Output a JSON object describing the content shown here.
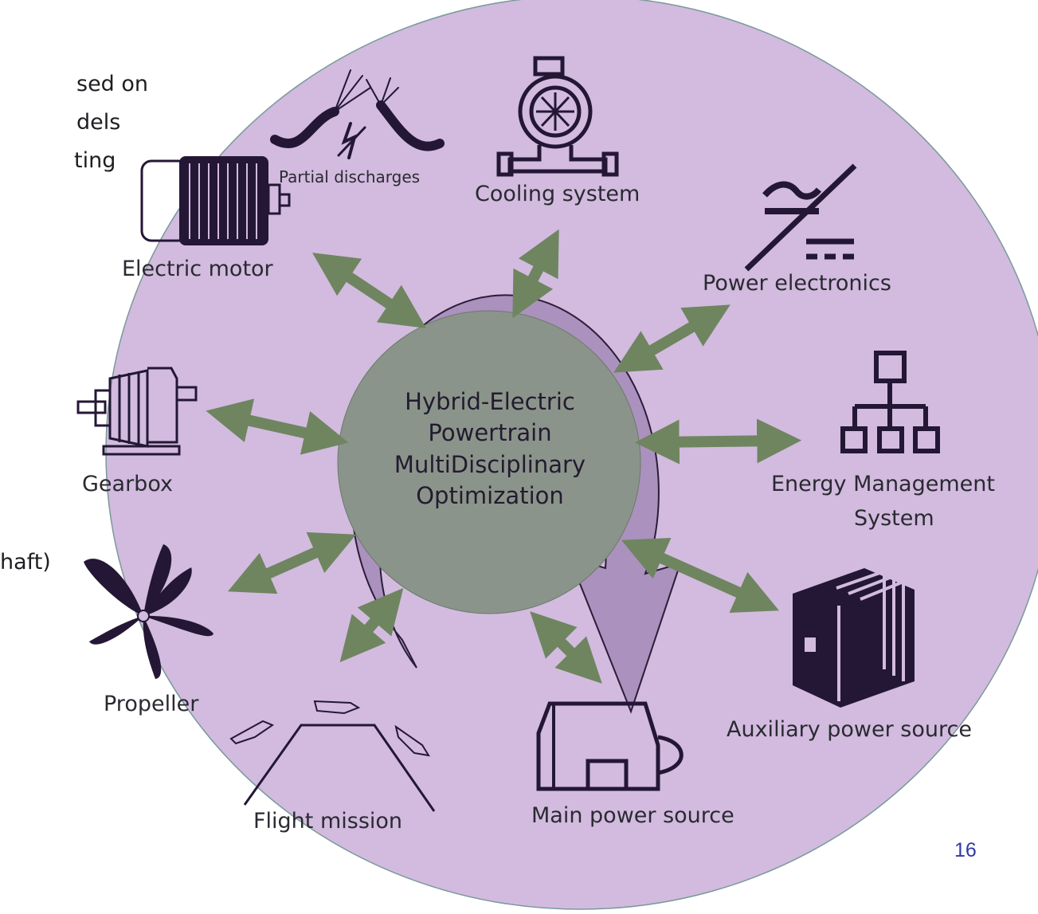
{
  "colors": {
    "background_ellipse": "#d2bbdf",
    "cycle_arrow": "#a68db9",
    "center_circle": "#8b948a",
    "link_arrow": "#6f8560",
    "icon": "#241735",
    "page_number": "#2f3aa6"
  },
  "left_clipped_text": {
    "line1": "sed on",
    "line2": "dels",
    "line3": "ting",
    "line4": "haft)"
  },
  "center": {
    "line1": "Hybrid-Electric",
    "line2": "Powertrain",
    "line3": "MultiDisciplinary",
    "line4": "Optimization"
  },
  "nodes": {
    "partial_discharges": {
      "label": "Partial discharges",
      "icon": "broken-cable-icon"
    },
    "cooling_system": {
      "label": "Cooling system",
      "icon": "pump-icon"
    },
    "power_electronics": {
      "label": "Power electronics",
      "icon": "ac-dc-converter-icon"
    },
    "energy_management": {
      "label1": "Energy Management",
      "label2": "System",
      "icon": "hierarchy-icon"
    },
    "auxiliary_power": {
      "label": "Auxiliary power source",
      "icon": "battery-pack-icon"
    },
    "main_power": {
      "label": "Main power source",
      "icon": "engine-icon"
    },
    "flight_mission": {
      "label": "Flight mission",
      "icon": "flight-profile-icon"
    },
    "propeller": {
      "label": "Propeller",
      "icon": "propeller-icon"
    },
    "gearbox": {
      "label": "Gearbox",
      "icon": "gearbox-icon"
    },
    "electric_motor": {
      "label": "Electric motor",
      "icon": "electric-motor-icon"
    }
  },
  "page_number": "16"
}
